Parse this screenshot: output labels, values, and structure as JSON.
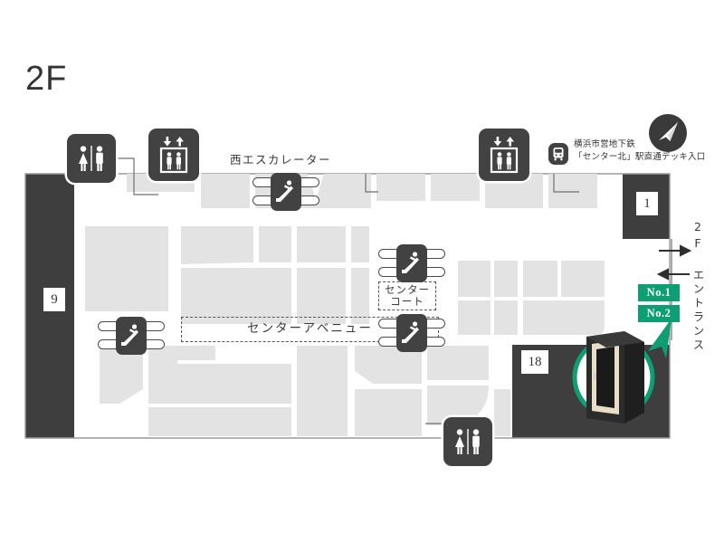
{
  "page": {
    "floor_label": "2F",
    "background_color": "#ffffff",
    "map_dark_color": "#3E3E3E",
    "map_block_color": "#E3E3E3",
    "icon_badge_color": "#424242",
    "accent_teal": "#0E9E74",
    "text_color": "#333333"
  },
  "labels": {
    "west_escalator": "西エスカレーター",
    "center_avenue": "センターアベニュー",
    "center_court_line1": "センター",
    "center_court_line2": "コート",
    "entrance_vertical": "2F エントランス",
    "subway_line1": "横浜市営地下鉄",
    "subway_line2": "「センター北」駅直通デッキ入口"
  },
  "badges": {
    "no1": "No.1",
    "no2": "No.2"
  },
  "number_plates": [
    {
      "id": "plate-9",
      "value": "9"
    },
    {
      "id": "plate-1",
      "value": "1"
    },
    {
      "id": "plate-18",
      "value": "18"
    }
  ],
  "icons": [
    {
      "id": "restroom-top-left",
      "name": "restroom-icon",
      "kind": "restroom"
    },
    {
      "id": "elevator-west",
      "name": "elevator-icon",
      "kind": "elevator"
    },
    {
      "id": "elevator-east",
      "name": "elevator-icon",
      "kind": "elevator"
    },
    {
      "id": "restroom-bottom",
      "name": "restroom-icon",
      "kind": "restroom"
    },
    {
      "id": "escalator-north",
      "name": "escalator-icon",
      "kind": "escalator"
    },
    {
      "id": "escalator-center-up",
      "name": "escalator-icon",
      "kind": "escalator"
    },
    {
      "id": "escalator-center-low",
      "name": "escalator-icon",
      "kind": "escalator"
    },
    {
      "id": "escalator-west",
      "name": "escalator-icon",
      "kind": "escalator"
    },
    {
      "id": "subway-station",
      "name": "subway-icon",
      "kind": "subway"
    },
    {
      "id": "north-compass",
      "name": "compass-north-icon",
      "kind": "compass"
    }
  ],
  "arrows": {
    "right_arrow": "→",
    "left_arrow": "←"
  },
  "highlight": {
    "name": "locker-booth-highlight",
    "ring_color": "#0E9E74",
    "booth_body_color": "#2B2B2B",
    "booth_frame_color": "#E8DEC8",
    "booth_door_color": "#1C1C1C"
  }
}
